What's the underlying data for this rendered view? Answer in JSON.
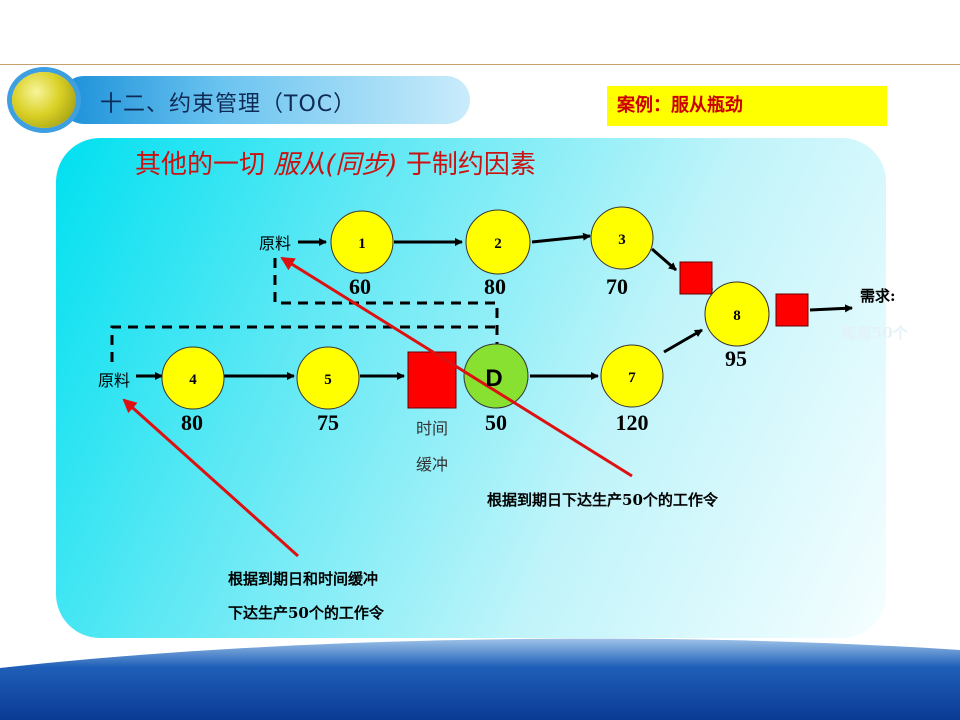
{
  "header": {
    "title": "十二、约束管理（TOC）",
    "case_label": "案例：服从瓶劲"
  },
  "slide_title": {
    "part1": "其他的一切 ",
    "part2": "服从(同步)",
    "part3": " 于制约因素"
  },
  "diagram": {
    "raw_material_top": "原料",
    "raw_material_bottom": "原料",
    "nodes": [
      {
        "id": "1",
        "value": "60"
      },
      {
        "id": "2",
        "value": "80"
      },
      {
        "id": "3",
        "value": "70"
      },
      {
        "id": "4",
        "value": "80"
      },
      {
        "id": "5",
        "value": "75"
      },
      {
        "id": "D",
        "value": "50"
      },
      {
        "id": "7",
        "value": "120"
      },
      {
        "id": "8",
        "value": "95"
      }
    ],
    "buffer_label_1": "时间",
    "buffer_label_2": "缓冲",
    "demand_label": "需求:",
    "demand_value": "每周50个",
    "annotation_right": "根据到期日下达生产50个的工作令",
    "annotation_left_1": "根据到期日和时间缓冲",
    "annotation_left_2": "下达生产50个的工作令"
  },
  "colors": {
    "node_fill": "#ffff00",
    "bottleneck_fill": "#88e030",
    "buffer_fill": "#ff0000",
    "arrow_red": "#dd1111",
    "title_red": "#cc1111",
    "case_bg": "#ffff00"
  }
}
